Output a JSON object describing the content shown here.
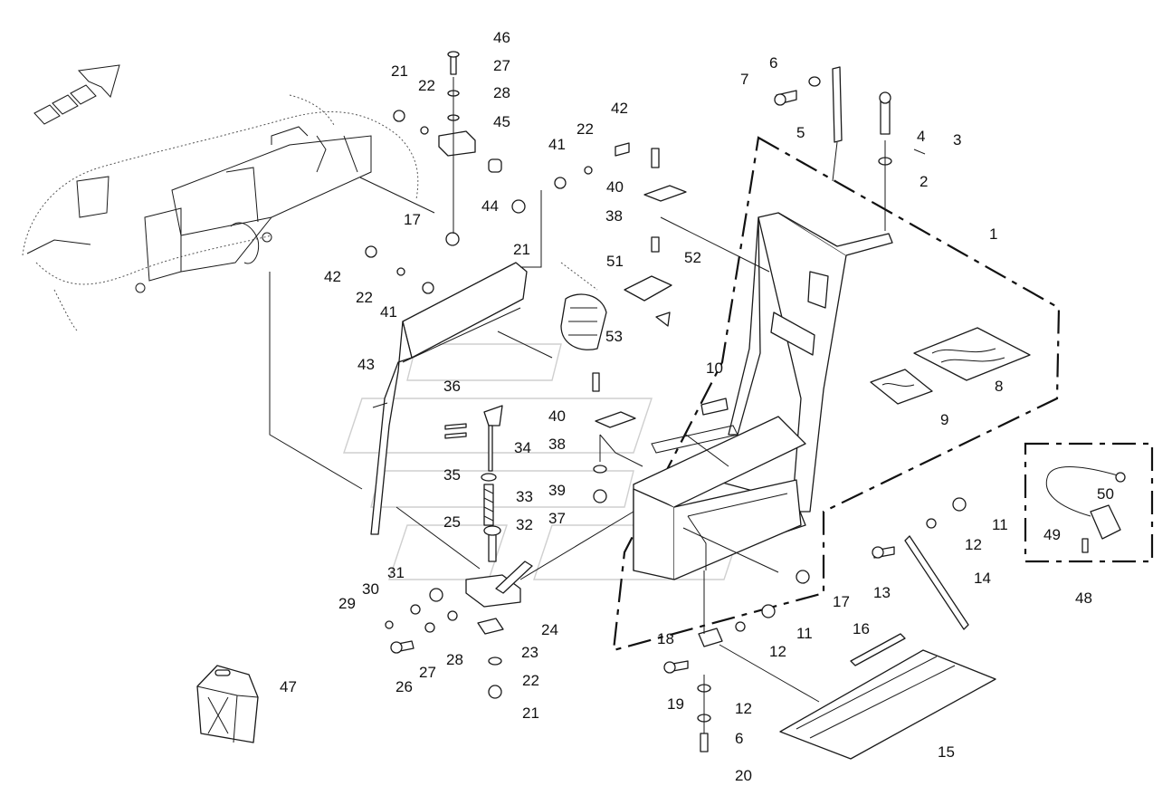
{
  "callouts": [
    {
      "id": "c46",
      "text": "46"
    },
    {
      "id": "c27a",
      "text": "27"
    },
    {
      "id": "c28a",
      "text": "28"
    },
    {
      "id": "c21a",
      "text": "21"
    },
    {
      "id": "c22a",
      "text": "22"
    },
    {
      "id": "c45",
      "text": "45"
    },
    {
      "id": "c44",
      "text": "44"
    },
    {
      "id": "c17a",
      "text": "17"
    },
    {
      "id": "c41a",
      "text": "41"
    },
    {
      "id": "c22b",
      "text": "22"
    },
    {
      "id": "c42a",
      "text": "42"
    },
    {
      "id": "c21b",
      "text": "21"
    },
    {
      "id": "c40a",
      "text": "40"
    },
    {
      "id": "c38a",
      "text": "38"
    },
    {
      "id": "c51",
      "text": "51"
    },
    {
      "id": "c52",
      "text": "52"
    },
    {
      "id": "c53",
      "text": "53"
    },
    {
      "id": "c42b",
      "text": "42"
    },
    {
      "id": "c22c",
      "text": "22"
    },
    {
      "id": "c41b",
      "text": "41"
    },
    {
      "id": "c43",
      "text": "43"
    },
    {
      "id": "c36",
      "text": "36"
    },
    {
      "id": "c34",
      "text": "34"
    },
    {
      "id": "c35",
      "text": "35"
    },
    {
      "id": "c33",
      "text": "33"
    },
    {
      "id": "c32",
      "text": "32"
    },
    {
      "id": "c40b",
      "text": "40"
    },
    {
      "id": "c38b",
      "text": "38"
    },
    {
      "id": "c39",
      "text": "39"
    },
    {
      "id": "c37",
      "text": "37"
    },
    {
      "id": "c25",
      "text": "25"
    },
    {
      "id": "c31",
      "text": "31"
    },
    {
      "id": "c30",
      "text": "30"
    },
    {
      "id": "c29",
      "text": "29"
    },
    {
      "id": "c24",
      "text": "24"
    },
    {
      "id": "c23",
      "text": "23"
    },
    {
      "id": "c26",
      "text": "26"
    },
    {
      "id": "c27b",
      "text": "27"
    },
    {
      "id": "c28b",
      "text": "28"
    },
    {
      "id": "c22d",
      "text": "22"
    },
    {
      "id": "c21c",
      "text": "21"
    },
    {
      "id": "c47",
      "text": "47"
    },
    {
      "id": "c6a",
      "text": "6"
    },
    {
      "id": "c7",
      "text": "7"
    },
    {
      "id": "c5",
      "text": "5"
    },
    {
      "id": "c4",
      "text": "4"
    },
    {
      "id": "c3",
      "text": "3"
    },
    {
      "id": "c2",
      "text": "2"
    },
    {
      "id": "c1",
      "text": "1"
    },
    {
      "id": "c10",
      "text": "10"
    },
    {
      "id": "c8",
      "text": "8"
    },
    {
      "id": "c9",
      "text": "9"
    },
    {
      "id": "c50",
      "text": "50"
    },
    {
      "id": "c49",
      "text": "49"
    },
    {
      "id": "c48",
      "text": "48"
    },
    {
      "id": "c11a",
      "text": "11"
    },
    {
      "id": "c12a",
      "text": "12"
    },
    {
      "id": "c13",
      "text": "13"
    },
    {
      "id": "c14",
      "text": "14"
    },
    {
      "id": "c17b",
      "text": "17"
    },
    {
      "id": "c11b",
      "text": "11"
    },
    {
      "id": "c12b",
      "text": "12"
    },
    {
      "id": "c18",
      "text": "18"
    },
    {
      "id": "c16",
      "text": "16"
    },
    {
      "id": "c19",
      "text": "19"
    },
    {
      "id": "c12c",
      "text": "12"
    },
    {
      "id": "c6b",
      "text": "6"
    },
    {
      "id": "c20",
      "text": "20"
    },
    {
      "id": "c15",
      "text": "15"
    }
  ]
}
